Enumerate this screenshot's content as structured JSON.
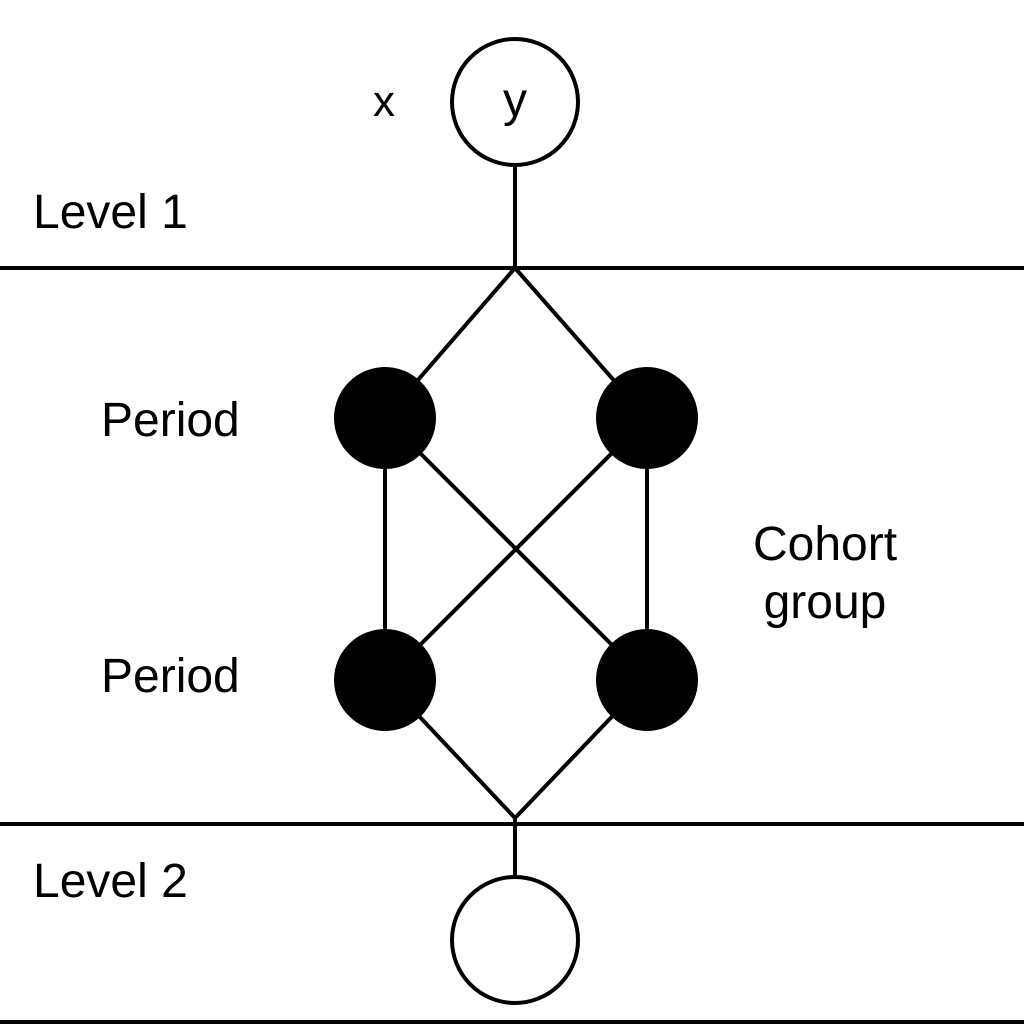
{
  "diagram": {
    "labels": {
      "x": "x",
      "y": "y",
      "level1": "Level 1",
      "level2": "Level 2",
      "period_top": "Period",
      "period_bottom": "Period",
      "cohort_line1": "Cohort",
      "cohort_line2": "group"
    },
    "colors": {
      "ink": "#000000",
      "background": "#ffffff"
    }
  }
}
